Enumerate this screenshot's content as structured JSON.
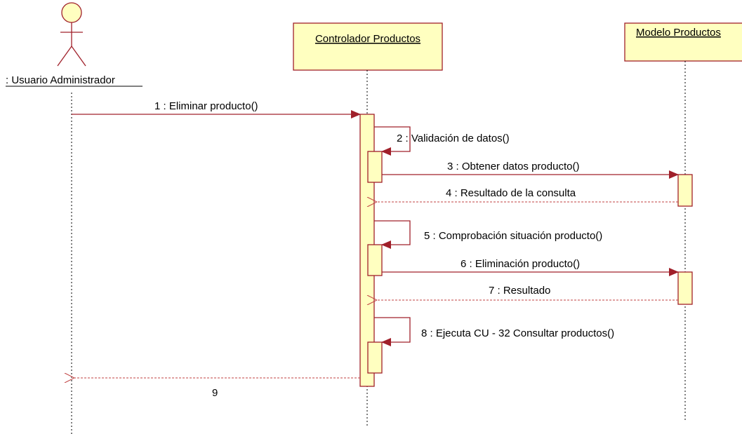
{
  "diagram": {
    "type": "sequence",
    "actor": {
      "name": ": Usuario Administrador"
    },
    "objects": [
      {
        "name": "Controlador Productos"
      },
      {
        "name": "Modelo Productos"
      }
    ],
    "messages": [
      {
        "label": "1 : Eliminar producto()",
        "kind": "call"
      },
      {
        "label": "2 : Validación de datos()",
        "kind": "self"
      },
      {
        "label": "3 : Obtener datos producto()",
        "kind": "call"
      },
      {
        "label": "4 : Resultado de la consulta",
        "kind": "return"
      },
      {
        "label": "5 : Comprobación situación producto()",
        "kind": "self"
      },
      {
        "label": "6 : Eliminación producto()",
        "kind": "call"
      },
      {
        "label": "7 : Resultado",
        "kind": "return"
      },
      {
        "label": "8 : Ejecuta CU - 32 Consultar productos()",
        "kind": "self"
      },
      {
        "label": "9",
        "kind": "return"
      }
    ],
    "colors": {
      "line": "#a0202a",
      "box_fill": "#ffffc0",
      "return_line": "#c04040"
    }
  }
}
